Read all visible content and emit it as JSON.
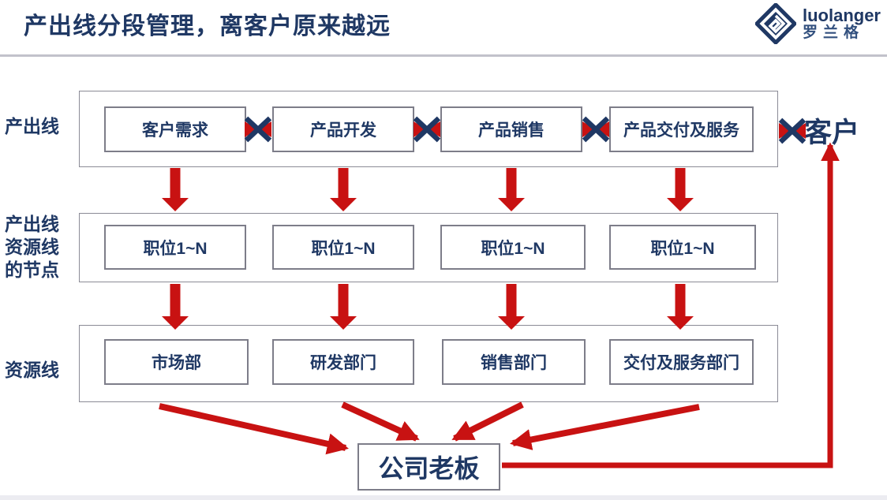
{
  "header": {
    "title": "产出线分段管理，离客户原来越远",
    "logo": {
      "name": "luolanger",
      "name_cn": "罗兰格"
    }
  },
  "labels": {
    "row1": "产出线",
    "row2_lines": [
      "产出线",
      "资源线",
      "的节点"
    ],
    "row3": "资源线",
    "customer": "客户",
    "boss": "公司老板"
  },
  "rows": {
    "output_line": [
      "客户需求",
      "产品开发",
      "产品销售",
      "产品交付及服务"
    ],
    "positions": [
      "职位1~N",
      "职位1~N",
      "职位1~N",
      "职位1~N"
    ],
    "resource_line": [
      "市场部",
      "研发部门",
      "销售部门",
      "交付及服务部门"
    ]
  },
  "icons": {
    "logo": "diamond-logo-icon",
    "segment_break": "break-x-icon",
    "flow": "down-arrow-icon"
  },
  "colors": {
    "navy": "#1F3864",
    "red": "#C81212",
    "border_gray": "#7D7D89"
  }
}
